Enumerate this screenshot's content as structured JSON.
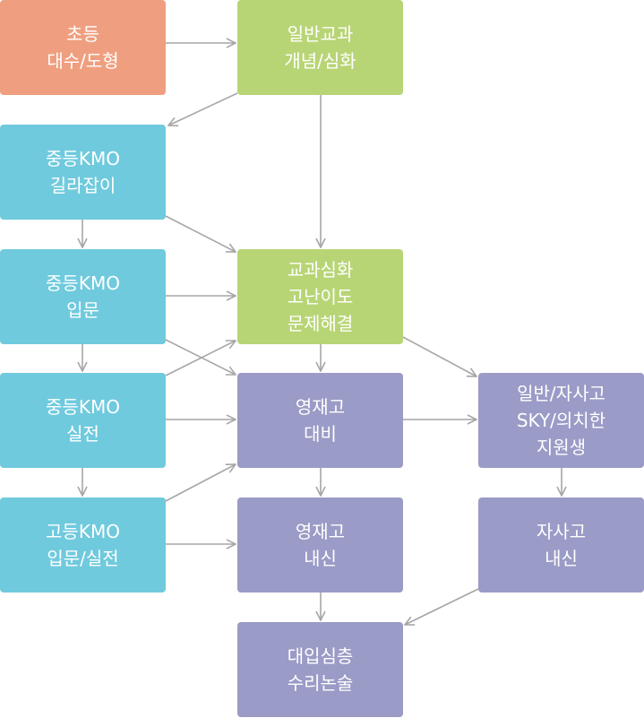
{
  "nodes": {
    "elementary": {
      "line1": "초등",
      "line2": "대수/도형"
    },
    "general": {
      "line1": "일반교과",
      "line2": "개념/심화"
    },
    "kmo_guide": {
      "line1": "중등KMO",
      "line2": "길라잡이"
    },
    "advanced": {
      "line1": "교과심화",
      "line2": "고난이도",
      "line3": "문제해결"
    },
    "kmo_intro": {
      "line1": "중등KMO",
      "line2": "입문"
    },
    "kmo_practice": {
      "line1": "중등KMO",
      "line2": "실전"
    },
    "gifted_prep": {
      "line1": "영재고",
      "line2": "대비"
    },
    "sky": {
      "line1": "일반/자사고",
      "line2": "SKY/의치한",
      "line3": "지원생"
    },
    "hs_kmo": {
      "line1": "고등KMO",
      "line2": "입문/실전"
    },
    "gifted_school": {
      "line1": "영재고",
      "line2": "내신"
    },
    "autonomous": {
      "line1": "자사고",
      "line2": "내신"
    },
    "university": {
      "line1": "대입심층",
      "line2": "수리논술"
    }
  },
  "colors": {
    "orange": "#ef9f80",
    "green": "#b8d576",
    "teal": "#70cadd",
    "purple": "#9a9bc6",
    "arrow": "#a6a6a6"
  }
}
